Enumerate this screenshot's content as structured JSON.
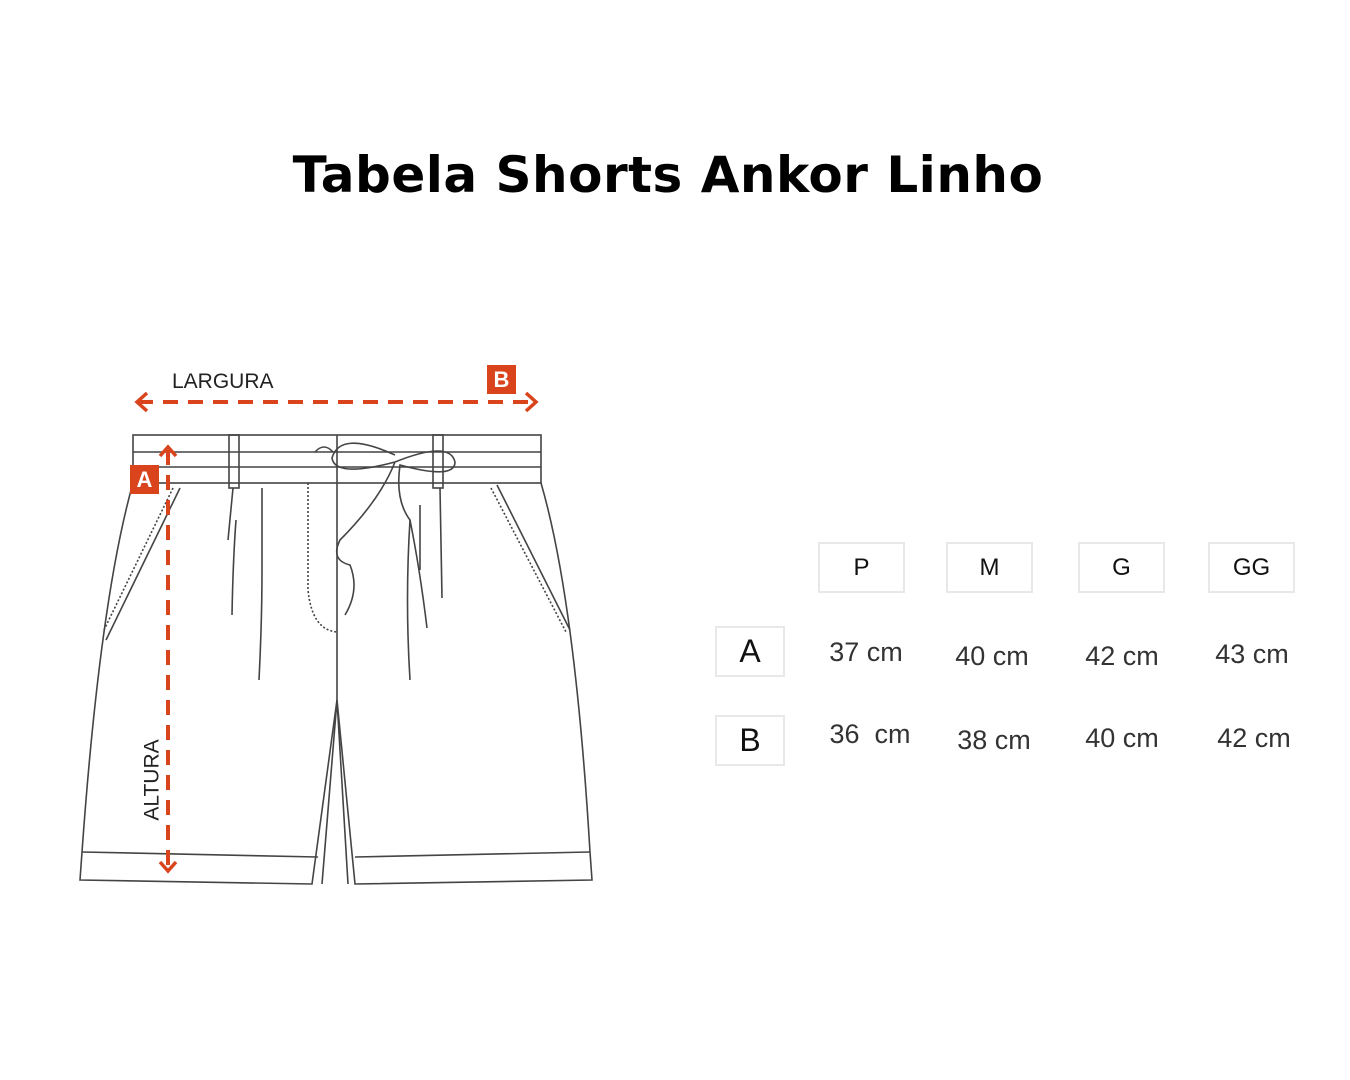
{
  "title": "Tabela Shorts Ankor Linho",
  "diagram": {
    "width_label": "LARGURA",
    "height_label": "ALTURA",
    "marker_a": "A",
    "marker_b": "B",
    "accent_color": "#d9441c"
  },
  "table": {
    "sizes": [
      "P",
      "M",
      "G",
      "GG"
    ],
    "rows": [
      {
        "label": "A",
        "values": [
          "37 cm",
          "40 cm",
          "42 cm",
          "43 cm"
        ]
      },
      {
        "label": "B",
        "values": [
          "36  cm",
          "38 cm",
          "40 cm",
          "42 cm"
        ]
      }
    ]
  }
}
